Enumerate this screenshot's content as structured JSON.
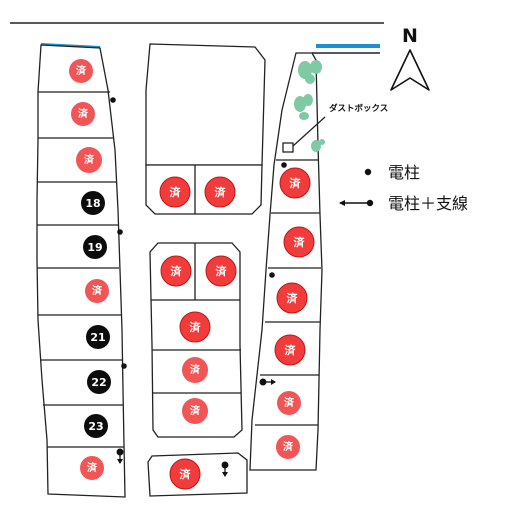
{
  "north_label": "N",
  "dust_box_label": "ダストボックス",
  "legend": {
    "pole": "電柱",
    "pole_with_guy": "電柱＋支線"
  },
  "lots": {
    "left_column": [
      {
        "label": "済",
        "status": "sold"
      },
      {
        "label": "済",
        "status": "sold"
      },
      {
        "label": "済",
        "status": "sold"
      },
      {
        "label": "18",
        "status": "available"
      },
      {
        "label": "19",
        "status": "available"
      },
      {
        "label": "済",
        "status": "sold"
      },
      {
        "label": "21",
        "status": "available"
      },
      {
        "label": "22",
        "status": "available"
      },
      {
        "label": "23",
        "status": "available"
      },
      {
        "label": "済",
        "status": "sold"
      }
    ],
    "top_center_pair": [
      {
        "label": "済",
        "status": "sold"
      },
      {
        "label": "済",
        "status": "sold"
      }
    ],
    "center_block": [
      {
        "label": "済",
        "status": "sold"
      },
      {
        "label": "済",
        "status": "sold"
      },
      {
        "label": "済",
        "status": "sold"
      },
      {
        "label": "済",
        "status": "sold"
      },
      {
        "label": "済",
        "status": "sold"
      }
    ],
    "bottom_center": [
      {
        "label": "済",
        "status": "sold"
      }
    ],
    "right_column": [
      {
        "label": "済",
        "status": "sold"
      },
      {
        "label": "済",
        "status": "sold"
      },
      {
        "label": "済",
        "status": "sold"
      },
      {
        "label": "済",
        "status": "sold"
      },
      {
        "label": "済",
        "status": "sold"
      },
      {
        "label": "済",
        "status": "sold"
      }
    ]
  },
  "colors": {
    "sold": "#f23b3b",
    "available": "#0c0c0c",
    "water": "#1e8fd0",
    "tree": "#7fc9a4"
  }
}
